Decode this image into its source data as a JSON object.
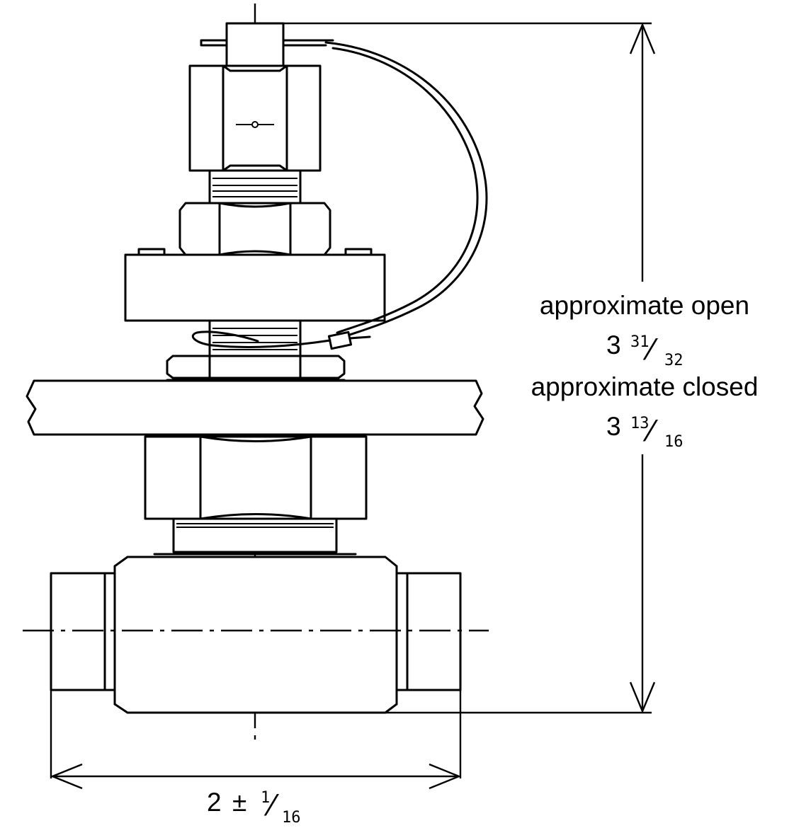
{
  "dimensions": {
    "height_label": "approximate open",
    "open_value": {
      "whole": "3",
      "numerator": "31",
      "denominator": "32"
    },
    "closed_label": "approximate closed",
    "closed_value": {
      "whole": "3",
      "numerator": "13",
      "denominator": "16"
    },
    "width_value": {
      "whole": "2",
      "pm": "±",
      "numerator": "1",
      "denominator": "16"
    }
  },
  "colors": {
    "ink": "#000000",
    "paper": "#ffffff"
  }
}
